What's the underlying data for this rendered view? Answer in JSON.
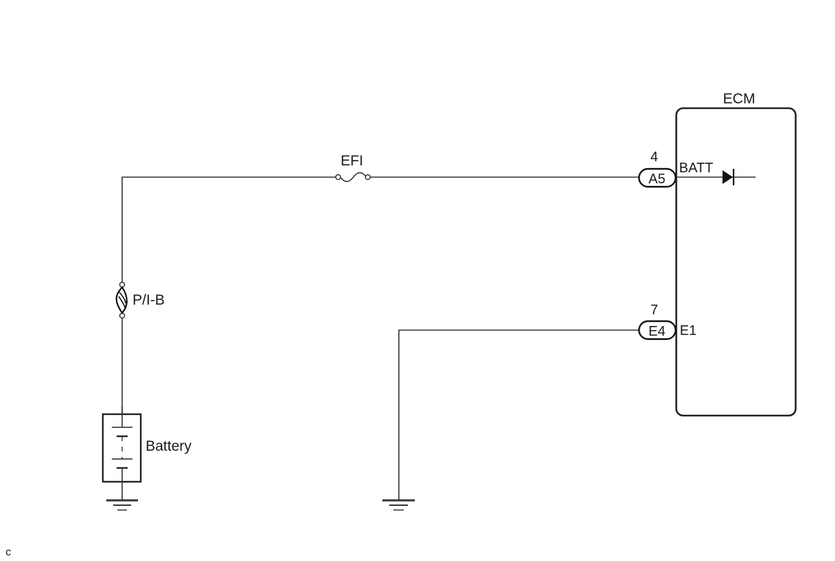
{
  "diagram": {
    "type": "wiring-schematic",
    "components": {
      "ecm": {
        "label": "ECM"
      },
      "efi_fuse": {
        "label": "EFI"
      },
      "pib_fusible_link": {
        "label": "P/I-B"
      },
      "battery": {
        "label": "Battery"
      }
    },
    "connectors": [
      {
        "id": "A5",
        "pin": "4",
        "terminal": "BATT"
      },
      {
        "id": "E4",
        "pin": "7",
        "terminal": "E1"
      }
    ],
    "corner_mark": "c"
  }
}
